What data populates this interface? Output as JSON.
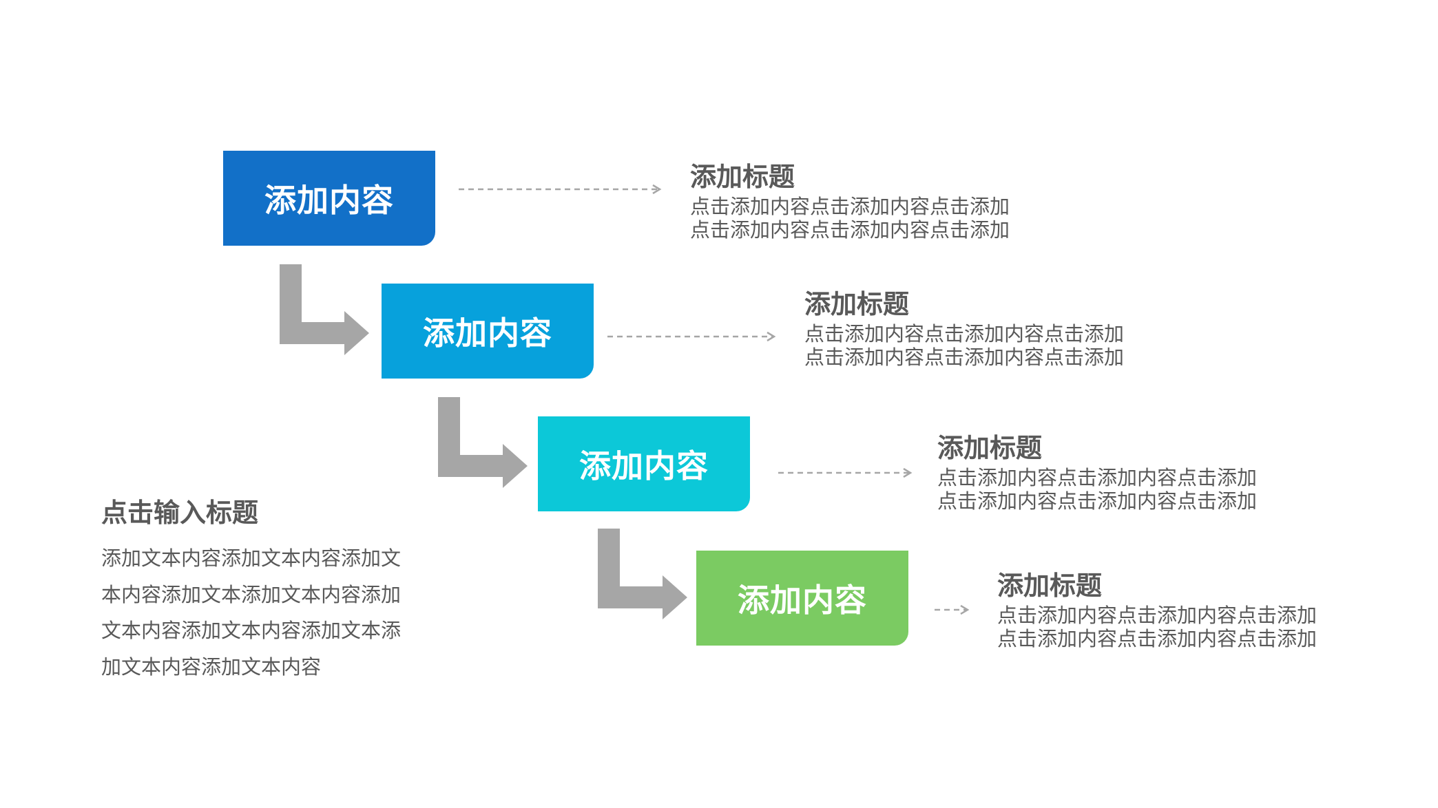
{
  "colors": {
    "step1": "#1270c8",
    "step2": "#07a1dc",
    "step3": "#0cc8d8",
    "step4": "#7bcb62",
    "arrow": "#a6a6a6",
    "connector": "#a6a6a6",
    "text": "#595959"
  },
  "steps": [
    {
      "label": "添加内容",
      "title": "添加标题",
      "lines": [
        "点击添加内容点击添加内容点击添加",
        "点击添加内容点击添加内容点击添加"
      ]
    },
    {
      "label": "添加内容",
      "title": "添加标题",
      "lines": [
        "点击添加内容点击添加内容点击添加",
        "点击添加内容点击添加内容点击添加"
      ]
    },
    {
      "label": "添加内容",
      "title": "添加标题",
      "lines": [
        "点击添加内容点击添加内容点击添加",
        "点击添加内容点击添加内容点击添加"
      ]
    },
    {
      "label": "添加内容",
      "title": "添加标题",
      "lines": [
        "点击添加内容点击添加内容点击添加",
        "点击添加内容点击添加内容点击添加"
      ]
    }
  ],
  "side": {
    "title": "点击输入标题",
    "lines": [
      "添加文本内容添加文本内容添加文",
      "本内容添加文本添加文本内容添加",
      "文本内容添加文本内容添加文本添",
      "加文本内容添加文本内容"
    ]
  }
}
